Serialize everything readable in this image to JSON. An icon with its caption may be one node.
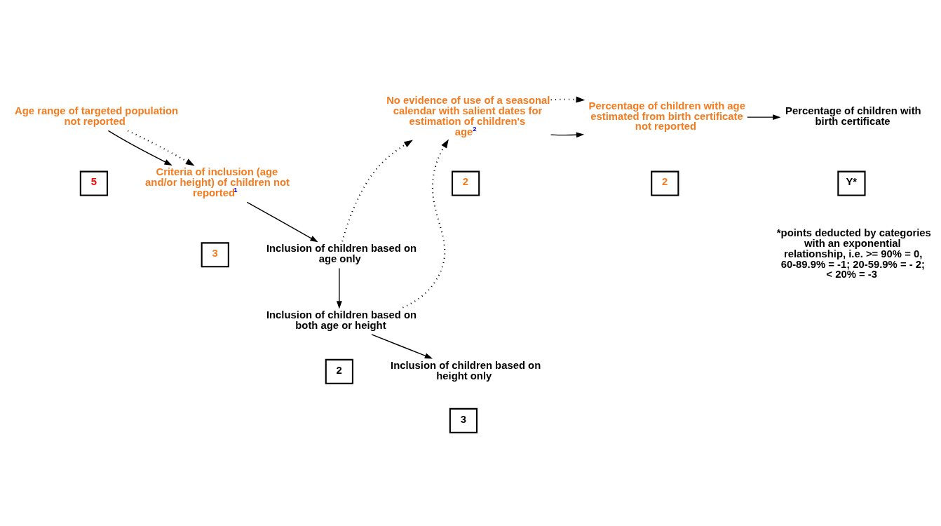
{
  "diagram": {
    "nodes": [
      {
        "text": [
          "Age range of targeted population not reported"
        ]
      },
      {
        "text": [
          "5"
        ]
      },
      {
        "text": [
          "Criteria of inclusion (age and/or height) of children not reported$^{1}$"
        ]
      },
      {
        "text": [
          "3"
        ]
      },
      {
        "text": [
          "Inclusion of children based on age only"
        ]
      },
      {
        "text": [
          "Inclusion of children based on both age or height"
        ]
      },
      {
        "text": [
          "2"
        ]
      },
      {
        "text": [
          "Inclusion of children based on height only"
        ]
      },
      {
        "text": [
          "3"
        ]
      },
      {
        "text": [
          "No evidence of use of a seasonal calendar with salient dates for estimation of children's age$^{2}$"
        ]
      },
      {
        "text": [
          "2"
        ]
      },
      {
        "text": [
          "Percentage of children with age estimated from birth certificate not reported"
        ]
      },
      {
        "text": [
          "2"
        ]
      },
      {
        "text": [
          "Percentage of children with birth certificate"
        ]
      },
      {
        "text": [
          "Y*"
        ]
      }
    ],
    "edges": [
      {
        "from": 0,
        "to": 2,
        "arrow": "to"
      },
      {
        "from": 0,
        "to": 2,
        "arrow": "to",
        "style": "dashed"
      },
      {
        "from": 2,
        "to": 4,
        "arrow": "to"
      },
      {
        "from": 4,
        "to": 5,
        "arrow": "to"
      },
      {
        "from": 5,
        "to": 7,
        "arrow": "to"
      },
      {
        "from": 4,
        "to": 9,
        "arrow": "to",
        "style": "dashed"
      },
      {
        "from": 5,
        "to": 9,
        "arrow": "to",
        "style": "dashed"
      },
      {
        "from": 9,
        "to": 11,
        "arrow": "to"
      },
      {
        "from": 9,
        "to": 11,
        "arrow": "to",
        "style": "dashed"
      },
      {
        "from": 11,
        "to": 13,
        "arrow": "to"
      }
    ],
    "labels": [
      "*points deducted by categories with an exponential relationship, i.e. >= 90% = 0, 60-89.9% = -1; 20-59.9% = - 2; < 20% = -3"
    ]
  }
}
